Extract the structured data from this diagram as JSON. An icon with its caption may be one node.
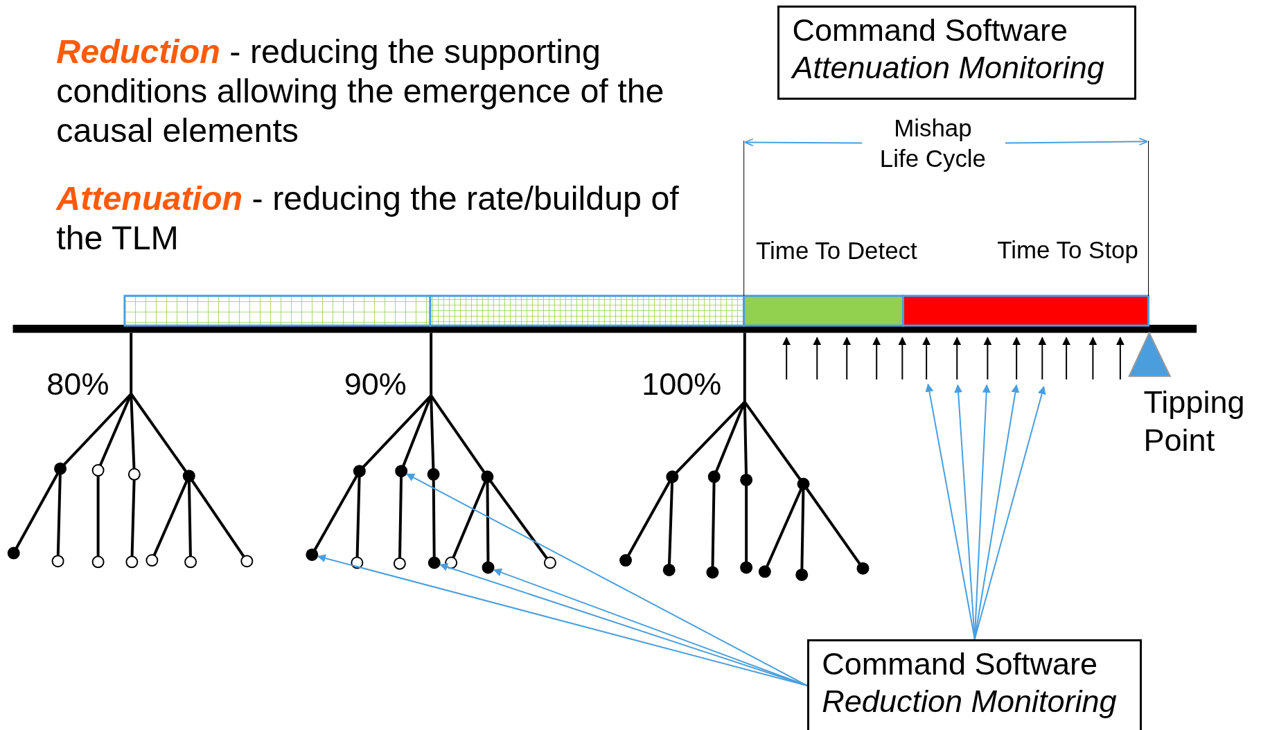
{
  "diagram": {
    "nodes": [
      {
        "text": [
          "Command Software",
          "Attenuation Monitoring"
        ]
      },
      {
        "text": [
          "Command Software",
          "Reduction Monitoring"
        ]
      },
      {
        "text": [],
        "shape": "bar"
      },
      {
        "text": [],
        "shape": "bar"
      },
      {
        "text": [],
        "shape": "bar"
      },
      {
        "text": [],
        "shape": "bar"
      },
      {
        "text": [],
        "shape": "circle"
      },
      {
        "text": [],
        "shape": "circle"
      },
      {
        "text": [],
        "shape": "circle"
      },
      {
        "text": [],
        "shape": "circle"
      }
    ],
    "edges": [
      {
        "from": 1,
        "to": 6,
        "arrow": "to",
        "color": "#4a9ede"
      },
      {
        "from": 1,
        "to": 7,
        "arrow": "to",
        "color": "#4a9ede"
      },
      {
        "from": 1,
        "to": 8,
        "arrow": "to",
        "color": "#4a9ede"
      },
      {
        "from": 1,
        "to": 9,
        "arrow": "to",
        "color": "#4a9ede"
      },
      {
        "from": 1,
        "to": null,
        "arrow": "to",
        "color": "#4a9ede"
      },
      {
        "from": 1,
        "to": null,
        "arrow": "to",
        "color": "#4a9ede"
      },
      {
        "from": 1,
        "to": null,
        "arrow": "to",
        "color": "#4a9ede"
      },
      {
        "from": 1,
        "to": null,
        "arrow": "to",
        "color": "#4a9ede"
      },
      {
        "from": 1,
        "to": null,
        "arrow": "to",
        "color": "#4a9ede"
      }
    ],
    "labels": [
      "**Reduction** - reducing the supporting conditions allowing the emergence of the causal elements",
      "**Attenuation** - reducing the rate/buildup of the TLM",
      "Mishap Life Cycle",
      "Time To Detect",
      "Time To Stop",
      "80%",
      "90%",
      "100%",
      "Tipping Point"
    ]
  }
}
